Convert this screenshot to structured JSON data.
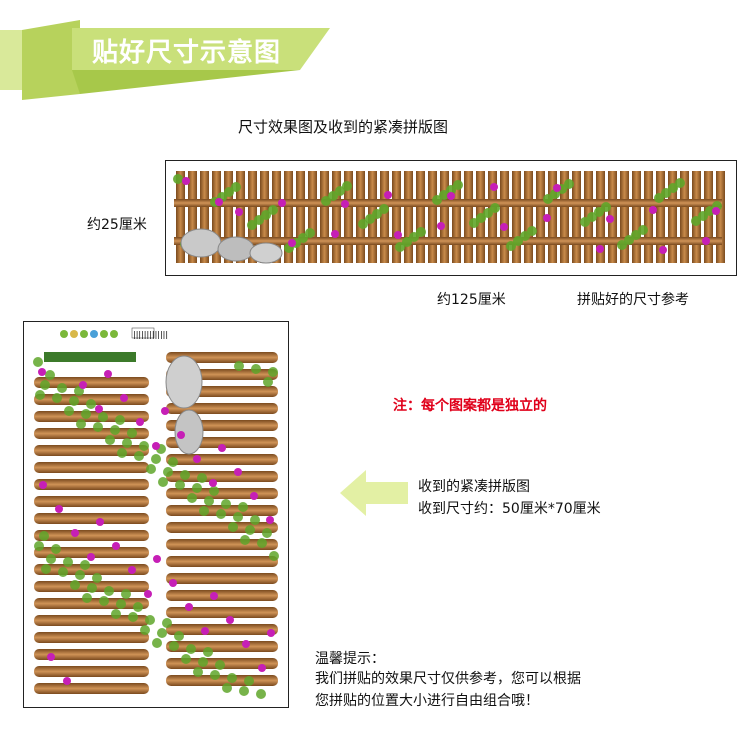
{
  "header": {
    "title": "贴好尺寸示意图"
  },
  "top": {
    "caption": "尺寸效果图及收到的紧凑拼版图",
    "height_label": "约25厘米",
    "width_label": "约125厘米",
    "reference_label": "拼贴好的尺寸参考"
  },
  "sheet": {
    "barcode_text": "|||||||||||||"
  },
  "notes": {
    "note_red": "注：每个图案都是独立的",
    "layout_title": "收到的紧凑拼版图",
    "layout_size": "收到尺寸约：50厘米*70厘米",
    "tip_title": "温馨提示：",
    "tip_line1": "我们拼贴的效果尺寸仅供参考，您可以根据",
    "tip_line2": "您拼贴的位置大小进行自由组合哦！"
  },
  "colors": {
    "banner_green": "#c9e07a",
    "banner_dark": "#a7c84a",
    "wood_light": "#c98b4a",
    "wood_dark": "#7a4a1e",
    "leaf": "#5fa62a",
    "flower": "#c61fb6",
    "arrow": "#e3f0a4",
    "red_text": "#e0001a"
  }
}
